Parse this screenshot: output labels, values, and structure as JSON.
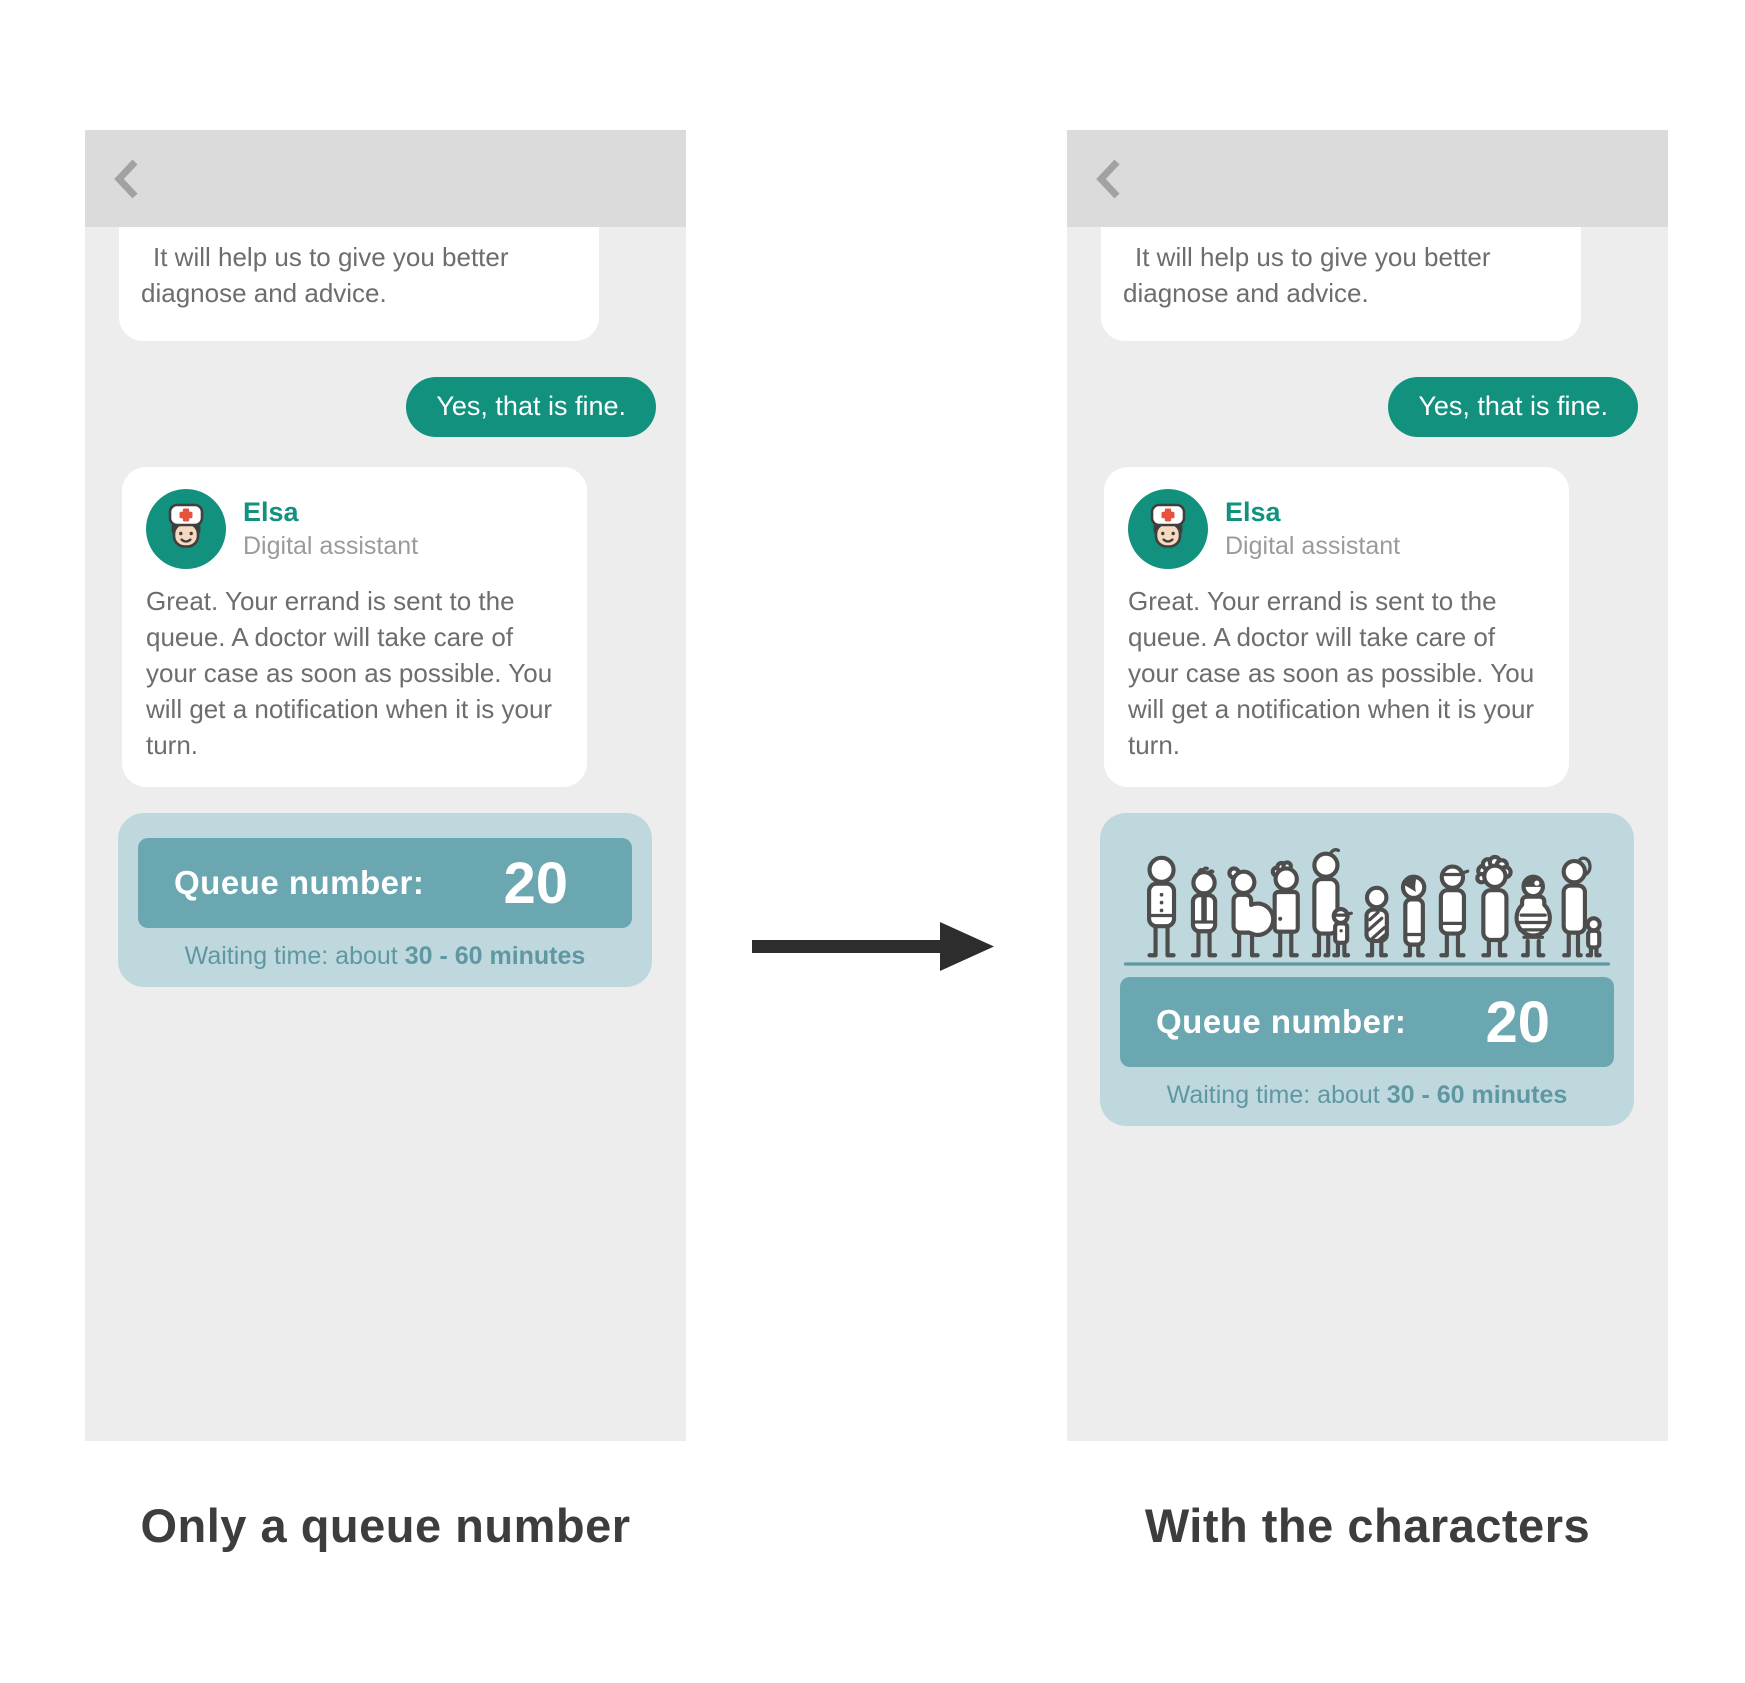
{
  "captions": {
    "left": "Only a queue number",
    "right": "With the characters"
  },
  "chat": {
    "assistant_intro": "It will help us to give you better diagnose and advice.",
    "user_reply": "Yes, that is fine.",
    "assistant_name": "Elsa",
    "assistant_role": "Digital assistant",
    "assistant_message": "Great. Your errand is sent to the queue. A doctor will take care of your case as soon as possible. You will get a notification when it is your turn."
  },
  "queue": {
    "label": "Queue number:",
    "number": "20",
    "waiting_prefix": "Waiting time: about ",
    "waiting_bold": "30 - 60 minutes"
  },
  "icons": {
    "back": "back-chevron-icon",
    "avatar": "nurse-avatar-icon",
    "arrow": "arrow-right-icon",
    "characters": "queue-characters-illustration"
  },
  "colors": {
    "teal": "#12917e",
    "phone_bg": "#ededed",
    "header_bg": "#dbdbdb",
    "queue_card_bg": "#bed8dd",
    "queue_bar_bg": "#6ba7b1",
    "queue_text": "#5f98a3",
    "body_text": "#6d6d6d",
    "caption_text": "#3d3d3d",
    "figure_outline": "#4d4d4d",
    "arrow": "#2d2d2d"
  }
}
